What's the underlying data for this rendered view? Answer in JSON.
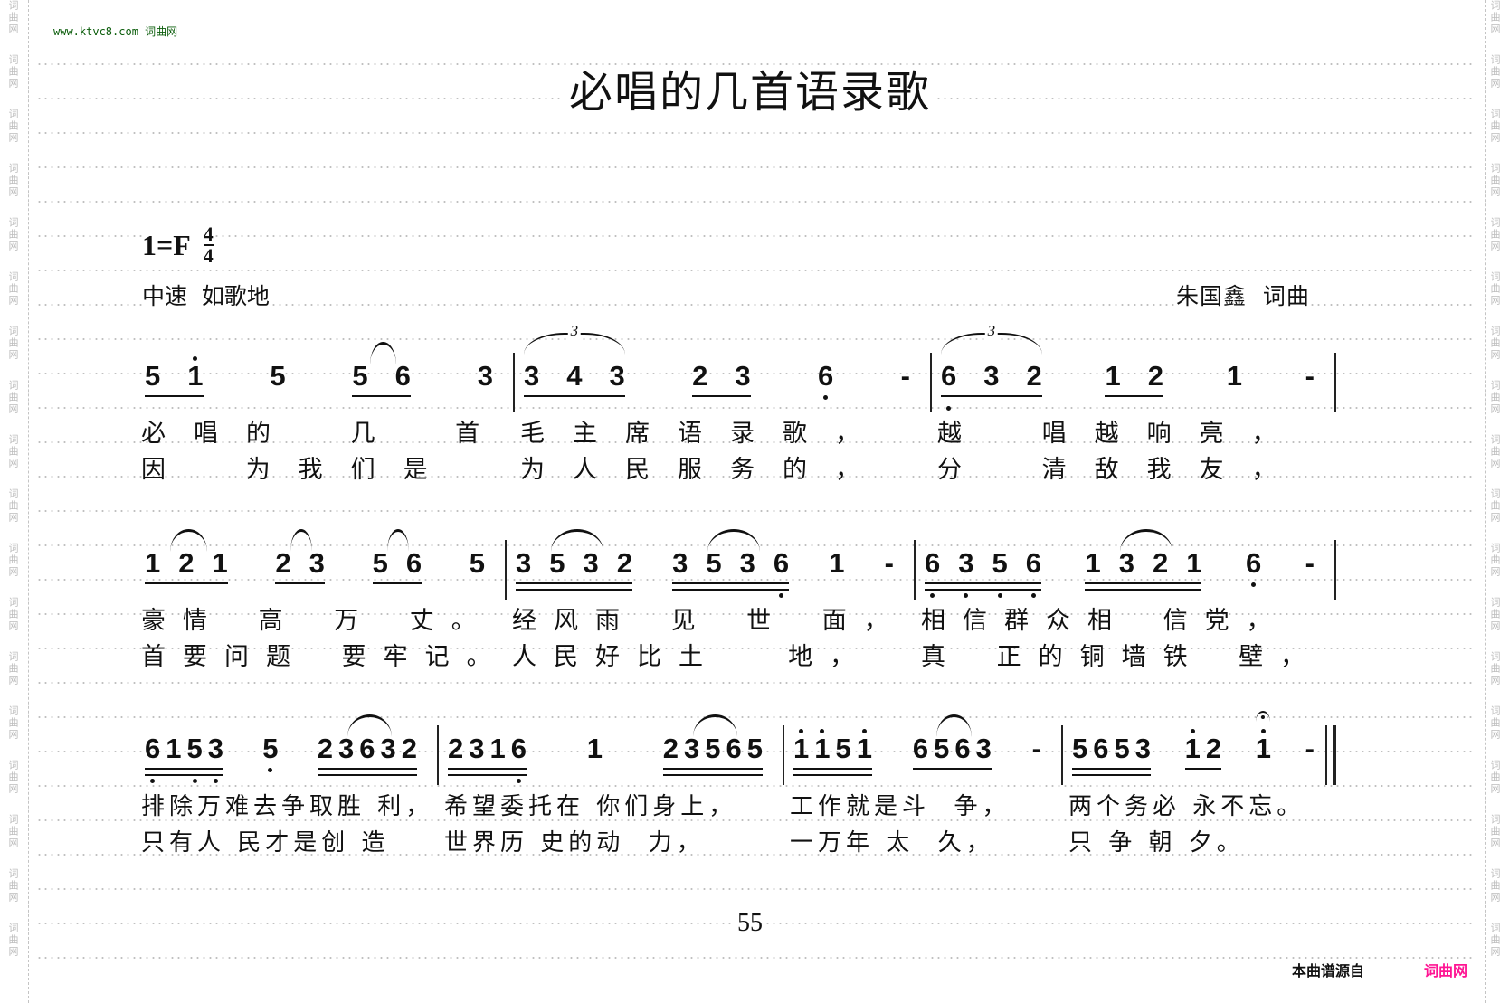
{
  "watermark": "词曲网",
  "site": {
    "url": "www.ktvc8.com",
    "name": "词曲网"
  },
  "title": "必唱的几首语录歌",
  "key": "1=F",
  "time_signature": {
    "top": "4",
    "bottom": "4"
  },
  "tempo": "中速  如歌地",
  "credit": "朱国鑫  词曲",
  "systems": [
    {
      "measures": [
        {
          "groups": [
            {
              "n": [
                "5",
                "1'"
              ],
              "u": 1
            },
            {
              "n": [
                "5"
              ]
            },
            {
              "n": [
                "5",
                "6"
              ],
              "u": 1,
              "slur": true
            },
            {
              "n": [
                "3"
              ]
            }
          ],
          "lyrics": [
            "必唱的 几 首",
            "因 为我们是"
          ]
        },
        {
          "groups": [
            {
              "n": [
                "3",
                "4",
                "3"
              ],
              "u": 1,
              "triplet": "3"
            },
            {
              "n": [
                "2",
                "3"
              ],
              "u": 1
            },
            {
              "n": [
                "6,"
              ]
            },
            {
              "n": [
                "-"
              ]
            }
          ],
          "lyrics": [
            "毛主席语录歌，",
            "为人民服务的，"
          ]
        },
        {
          "groups": [
            {
              "n": [
                "6,",
                "3",
                "2"
              ],
              "u": 1,
              "triplet": "3"
            },
            {
              "n": [
                "1",
                "2"
              ],
              "u": 1
            },
            {
              "n": [
                "1"
              ]
            },
            {
              "n": [
                "-"
              ]
            }
          ],
          "lyrics": [
            "越 唱越响亮，",
            "分 清敌我友，"
          ]
        }
      ]
    },
    {
      "measures": [
        {
          "groups": [
            {
              "n": [
                "1",
                "2",
                "1"
              ],
              "u": 1,
              "slur": true
            },
            {
              "n": [
                "2",
                "3"
              ],
              "u": 1,
              "slur": true
            },
            {
              "n": [
                "5",
                "6"
              ],
              "u": 1,
              "slur": true
            },
            {
              "n": [
                "5"
              ]
            }
          ],
          "lyrics": [
            "豪情 高 万 丈。",
            "首要问题 要牢记。"
          ]
        },
        {
          "groups": [
            {
              "n": [
                "3",
                "5",
                "3",
                "2"
              ],
              "u": 2,
              "slur": true
            },
            {
              "n": [
                "3",
                "5",
                "3",
                "6,"
              ],
              "u": 2,
              "slur": true
            },
            {
              "n": [
                "1"
              ]
            },
            {
              "n": [
                "-"
              ]
            }
          ],
          "lyrics": [
            "经风雨 见 世 面，",
            "人民好比土  地，"
          ]
        },
        {
          "groups": [
            {
              "n": [
                "6,",
                "3,",
                "5,",
                "6,"
              ],
              "u": 2
            },
            {
              "n": [
                "1",
                "3",
                "2",
                "1"
              ],
              "u": 2,
              "slur": true
            },
            {
              "n": [
                "6,"
              ]
            },
            {
              "n": [
                "-"
              ]
            }
          ],
          "lyrics": [
            "相信群众相 信党，",
            "真 正的铜墙铁 壁，"
          ]
        }
      ]
    },
    {
      "measures": [
        {
          "groups": [
            {
              "n": [
                "6,",
                "1",
                "5,",
                "3,"
              ],
              "u": 2
            },
            {
              "n": [
                "5,"
              ]
            },
            {
              "n": [
                "2",
                "3",
                "6",
                "3",
                "2"
              ],
              "u": 2,
              "slur": true
            }
          ],
          "lyrics": [
            "排除万难去争取胜 利，",
            "只有人 民才是创 造"
          ]
        },
        {
          "groups": [
            {
              "n": [
                "2",
                "3",
                "1",
                "6,"
              ],
              "u": 2
            },
            {
              "n": [
                "1"
              ]
            },
            {
              "n": [
                "2",
                "3",
                "5",
                "6",
                "5"
              ],
              "u": 2,
              "slur": true
            }
          ],
          "lyrics": [
            "希望委托在 你们身上，",
            "世界历 史的动  力，"
          ]
        },
        {
          "groups": [
            {
              "n": [
                "1'",
                "1'",
                "5",
                "1'"
              ],
              "u": 2
            },
            {
              "n": [
                "6",
                "5",
                "6",
                "3"
              ],
              "u": 1,
              "slur": true
            },
            {
              "n": [
                "-"
              ]
            }
          ],
          "lyrics": [
            "工作就是斗  争，",
            "一万年 太  久，"
          ]
        },
        {
          "groups": [
            {
              "n": [
                "5",
                "6",
                "5",
                "3"
              ],
              "u": 2
            },
            {
              "n": [
                "1'",
                "2"
              ],
              "u": 1
            },
            {
              "n": [
                "1'"
              ],
              "fermata": true
            },
            {
              "n": [
                "-"
              ]
            }
          ],
          "lyrics": [
            "两个务必 永不忘。",
            "只 争 朝 夕。"
          ]
        }
      ]
    }
  ],
  "page_number": "55",
  "footer": {
    "source_label": "本曲谱源自",
    "source_name": "词曲网"
  },
  "colors": {
    "site": "#0a5c0a",
    "footer_brand": "#ff1493"
  }
}
